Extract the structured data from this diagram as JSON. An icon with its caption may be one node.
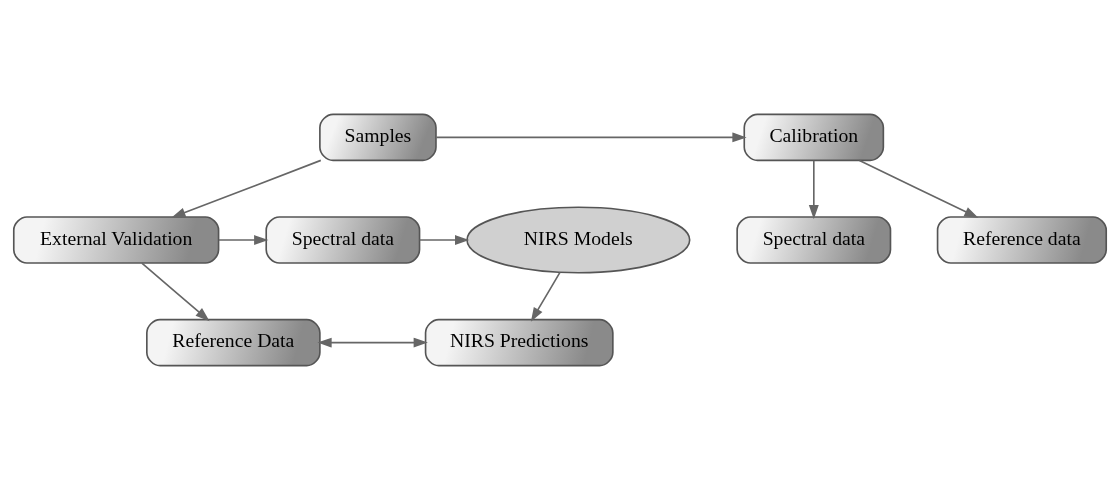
{
  "diagram": {
    "nodes": [
      {
        "text": [
          "Samples"
        ]
      },
      {
        "text": [
          "Calibration"
        ]
      },
      {
        "text": [
          "Spectral data"
        ]
      },
      {
        "text": [
          "Reference data"
        ]
      },
      {
        "text": [
          "External Validation"
        ]
      },
      {
        "text": [
          "Spectral data"
        ]
      },
      {
        "text": [
          "NIRS Models"
        ]
      },
      {
        "text": [
          "Reference Data"
        ]
      },
      {
        "text": [
          "NIRS Predictions"
        ]
      }
    ],
    "edges": [
      {
        "from": 0,
        "to": 1,
        "arrow": "to"
      },
      {
        "from": 0,
        "to": 4,
        "arrow": "to"
      },
      {
        "from": 1,
        "to": 2,
        "arrow": "to"
      },
      {
        "from": 1,
        "to": 3,
        "arrow": "to"
      },
      {
        "from": 4,
        "to": 5,
        "arrow": "to"
      },
      {
        "from": 5,
        "to": 6,
        "arrow": "to"
      },
      {
        "from": 6,
        "to": 8,
        "arrow": "to"
      },
      {
        "from": 4,
        "to": 7,
        "arrow": "to"
      },
      {
        "from": 7,
        "to": 8,
        "arrow": "both"
      }
    ]
  }
}
